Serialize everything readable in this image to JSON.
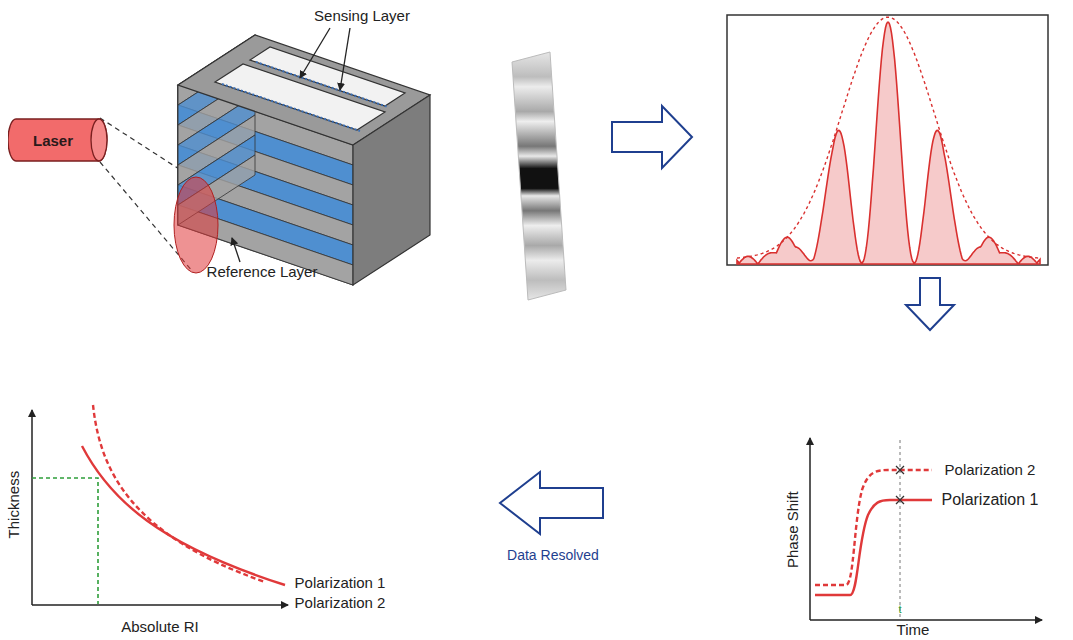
{
  "diagram": {
    "nodes": [
      {
        "text": [
          "Laser"
        ]
      }
    ],
    "labels": [
      "Sensing Layer",
      "Reference Layer",
      "Polarization 2",
      "Polarization 1",
      "Phase Shift",
      "Time",
      "t",
      "Data Resolved",
      "Thickness",
      "Absolute RI",
      "Polarization 1",
      "Polarization 2"
    ]
  }
}
